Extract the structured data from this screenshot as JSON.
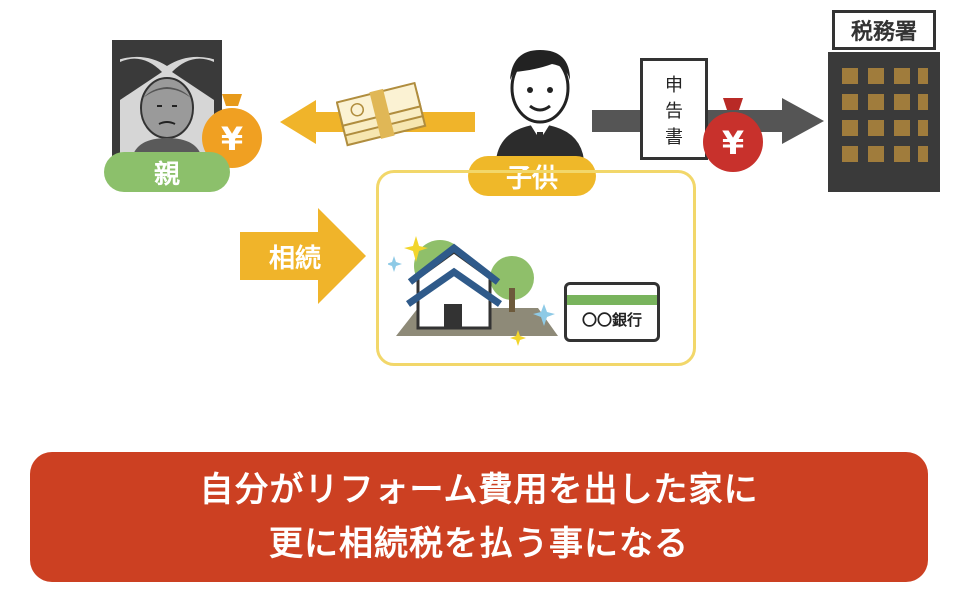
{
  "labels": {
    "parent": "親",
    "child": "子供",
    "inheritance": "相続",
    "tax_office": "税務署",
    "tax_return": [
      "申",
      "告",
      "書"
    ],
    "bank": "〇〇銀行",
    "yen": "¥"
  },
  "caption": {
    "line1": "自分がリフォーム費用を出した家に",
    "line2": "更に相続税を払う事になる"
  }
}
